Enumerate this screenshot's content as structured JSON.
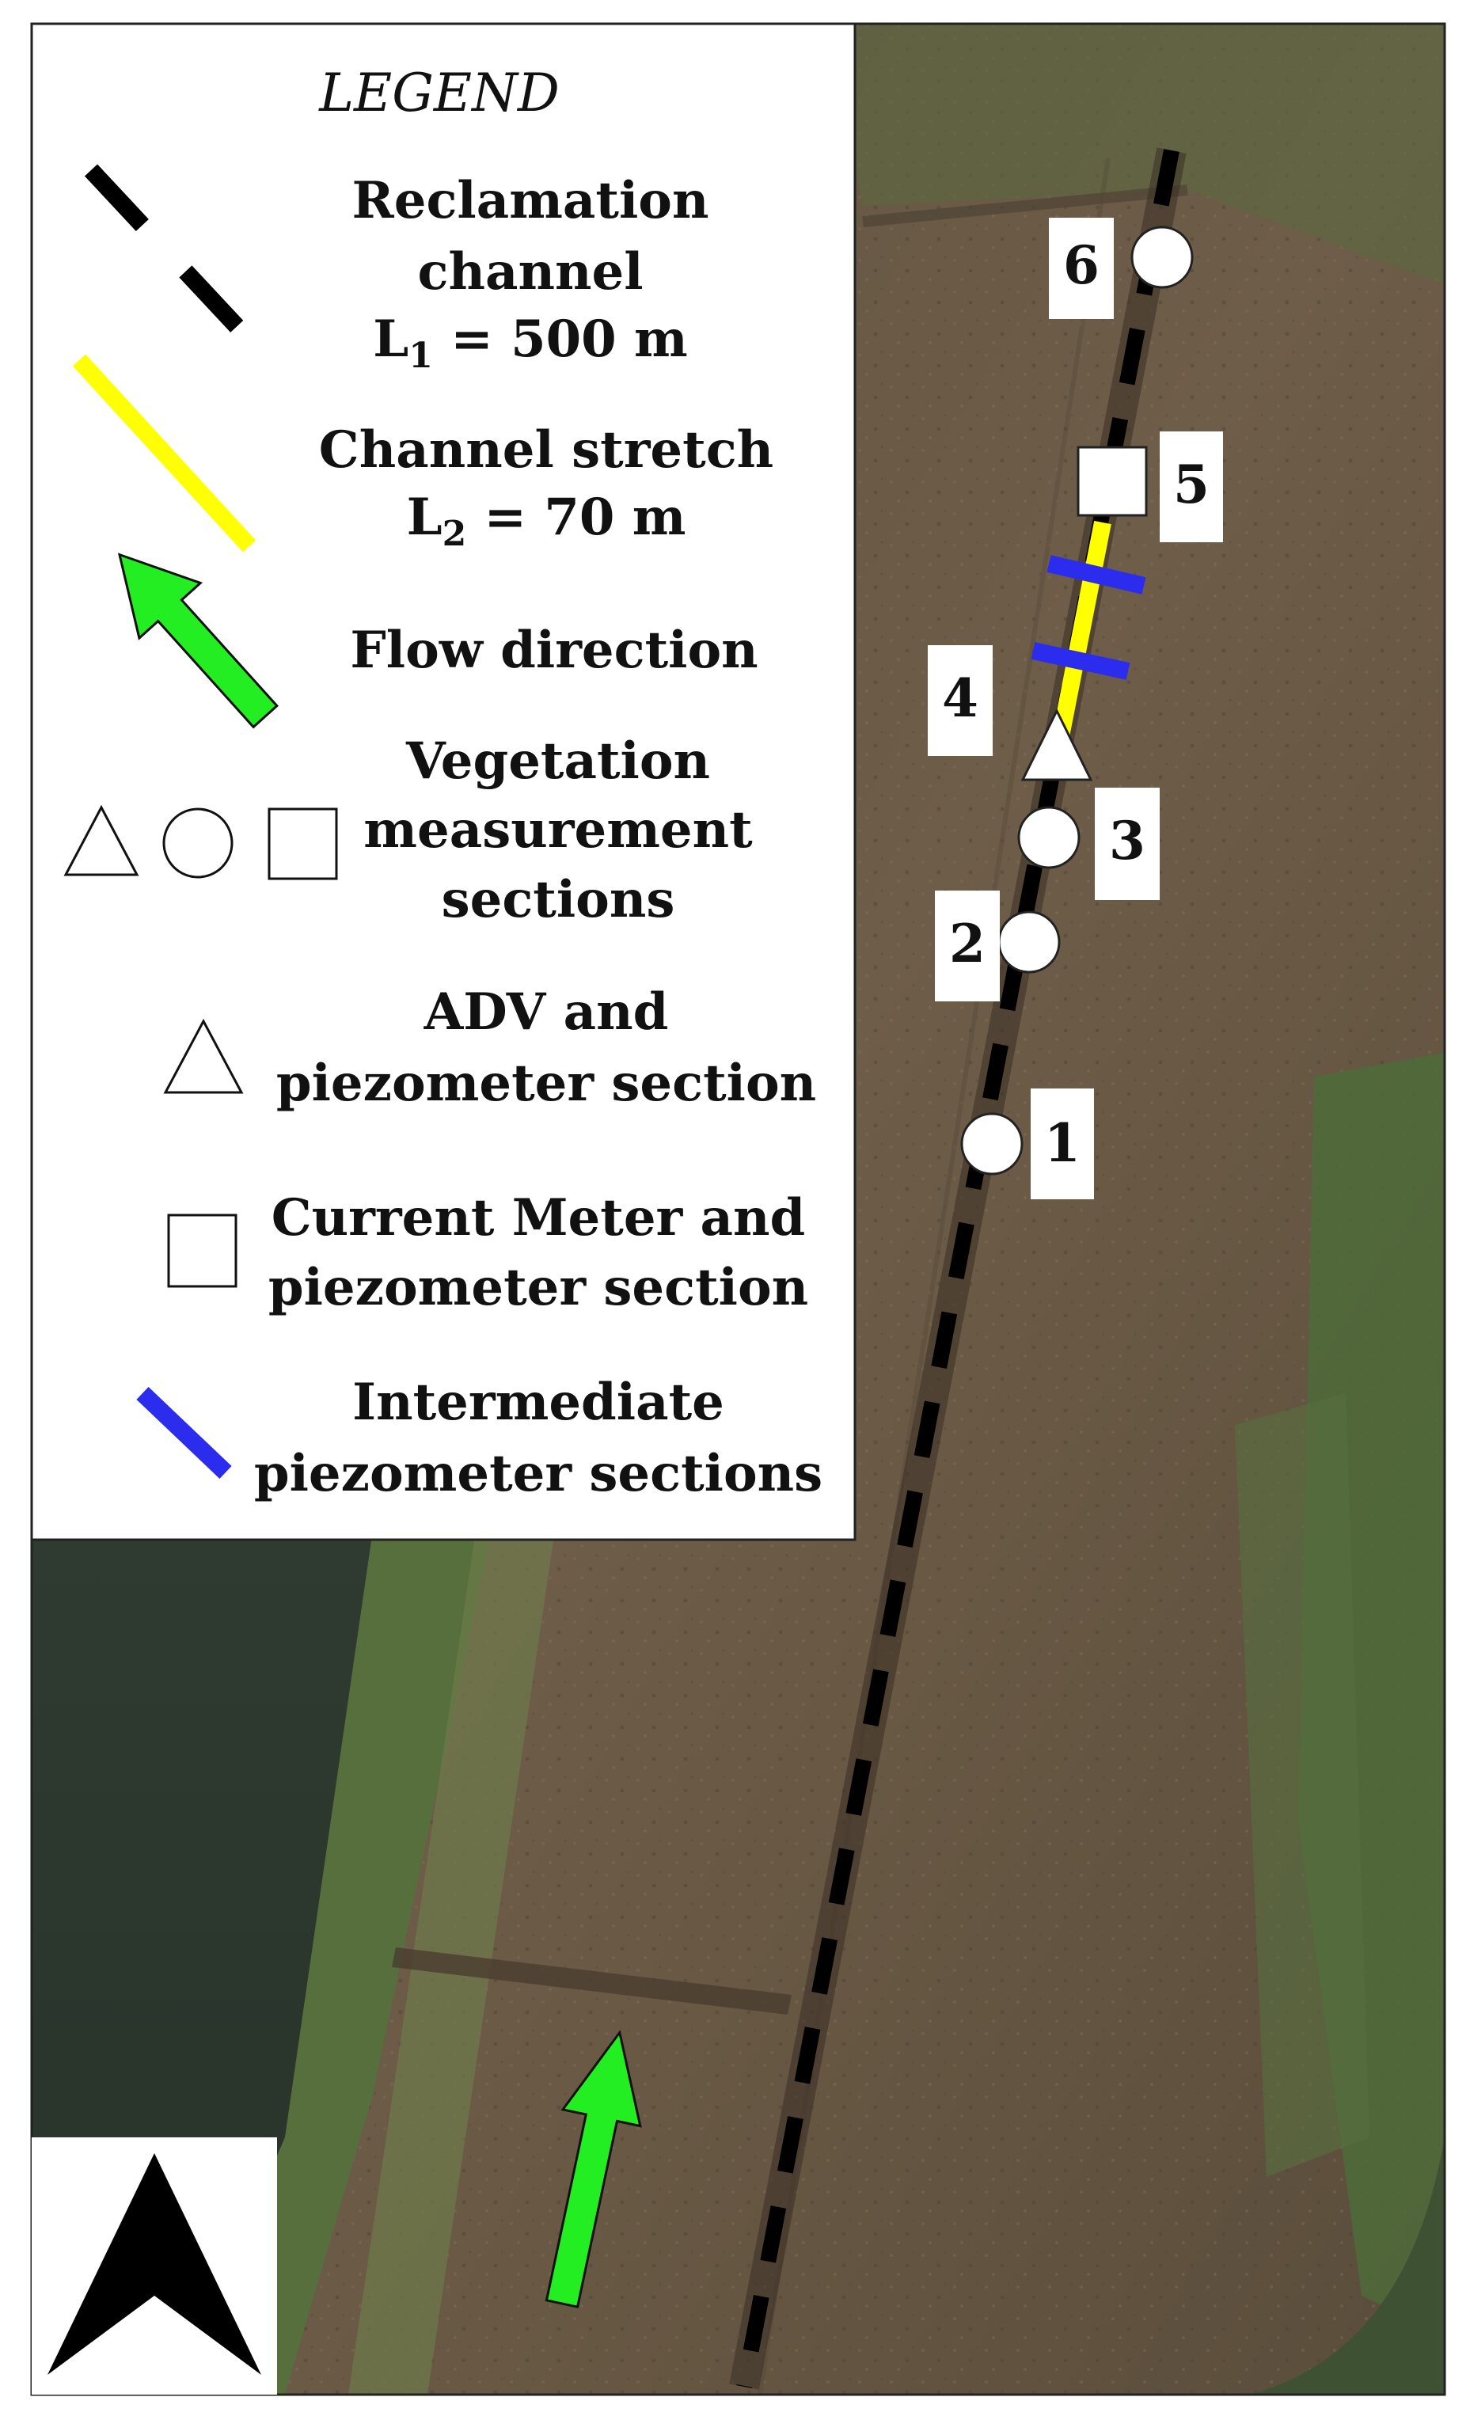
{
  "legend": {
    "title": "LEGEND",
    "reclamation_channel": {
      "line1": "Reclamation",
      "line2": "channel",
      "length_prefix": "L",
      "length_sub": "1",
      "length_value": " = 500 m"
    },
    "channel_stretch": {
      "line1": "Channel stretch",
      "length_prefix": "L",
      "length_sub": "2",
      "length_value": " = 70 m"
    },
    "flow_direction": {
      "label": "Flow direction"
    },
    "vegetation_sections": {
      "line1": "Vegetation",
      "line2": "measurement",
      "line3": "sections"
    },
    "adv_section": {
      "line1": "ADV and",
      "line2": "piezometer section"
    },
    "current_meter_section": {
      "line1": "Current Meter and",
      "line2": "piezometer section"
    },
    "intermediate_sections": {
      "line1": "Intermediate",
      "line2": "piezometer sections"
    }
  },
  "sections": [
    {
      "label": "1",
      "marker": "circle"
    },
    {
      "label": "2",
      "marker": "circle"
    },
    {
      "label": "3",
      "marker": "circle"
    },
    {
      "label": "4",
      "marker": "triangle"
    },
    {
      "label": "5",
      "marker": "square"
    },
    {
      "label": "6",
      "marker": "circle"
    }
  ],
  "colors": {
    "channel": "#000000",
    "stretch": "#ffff00",
    "flow_arrow": "#22ee22",
    "intermediate": "#2c2cee",
    "field_brown": "#6b5a45",
    "grass_green": "#4d6b3c",
    "water": "#2b3a2e"
  },
  "north_arrow": {
    "icon": "north-arrow-icon"
  }
}
